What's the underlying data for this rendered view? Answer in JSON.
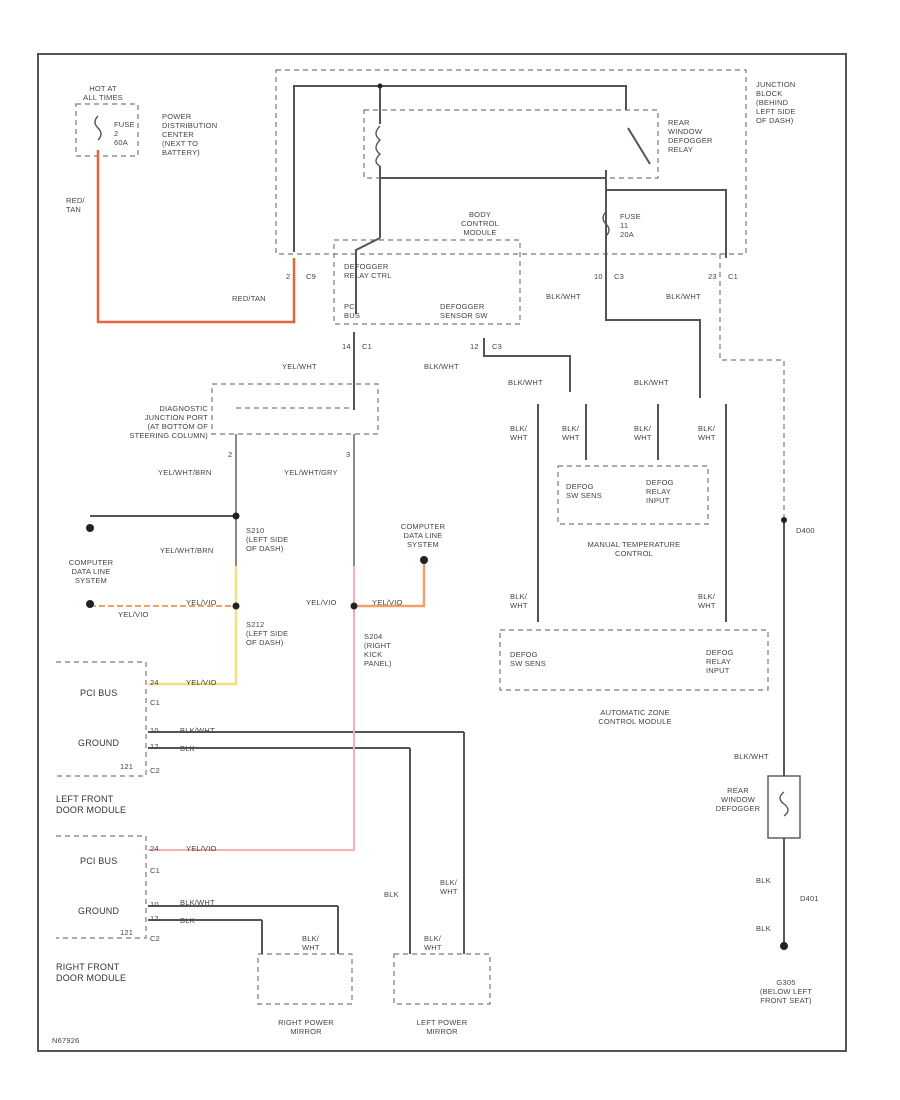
{
  "labels": {
    "hot_at_all_times": "HOT AT\nALL TIMES",
    "fuse_2": "FUSE\n2\n60A",
    "pdc": "POWER\nDISTRIBUTION\nCENTER\n(NEXT TO\nBATTERY)",
    "red_tan_1": "RED/\nTAN",
    "red_tan_2": "RED/TAN",
    "rear_window_defogger_relay": "REAR\nWINDOW\nDEFOGGER\nRELAY",
    "junction_block": "JUNCTION\nBLOCK\n(BEHIND\nLEFT SIDE\nOF DASH)",
    "fuse_11": "FUSE\n11\n20A",
    "body_control_module": "BODY\nCONTROL\nMODULE",
    "defogger_relay_ctrl": "DEFOGGER\nRELAY CTRL",
    "pci_bus": "PCI\nBUS",
    "defogger_sensor_sw": "DEFOGGER\nSENSOR SW",
    "pin_2_c9": "2",
    "c9": "C9",
    "pin_14_c1": "14",
    "c1_a": "C1",
    "pin_12_c3": "12",
    "c3_a": "C3",
    "pin_10_c3": "10",
    "c3_b": "C3",
    "pin_23_c1": "23",
    "c1_b": "C1",
    "blk_wht_1": "BLK/WHT",
    "blk_wht_2": "BLK/WHT",
    "blk_wht_3": "BLK/WHT",
    "blk_wht_4": "BLK/WHT",
    "blk_wht_5": "BLK/WHT",
    "yel_wht_1": "YEL/WHT",
    "diag_port": "DIAGNOSTIC\nJUNCTION PORT\n(AT BOTTOM OF\nSTEERING COLUMN)",
    "pin_2": "2",
    "pin_3": "3",
    "yel_brn_1": "YEL/WHT/BRN",
    "yel_gry": "YEL/WHT/GRY",
    "s210": "S210\n(LEFT SIDE\nOF DASH)",
    "yel_brn_2": "YEL/WHT/BRN",
    "computer_data_line_l": "COMPUTER\nDATA LINE\nSYSTEM",
    "computer_data_line_r": "COMPUTER\nDATA LINE\nSYSTEM",
    "yel_vio_1": "YEL/VIO",
    "yel_vio_2": "YEL/VIO",
    "yel_vio_3": "YEL/VIO",
    "yel_vio_4": "YEL/VIO",
    "yel_vio_5": "YEL/VIO",
    "s212": "S212\n(LEFT SIDE\nOF DASH)",
    "s204": "S204\n(RIGHT\nKICK\nPANEL)",
    "pci_bus_lf": "PCI BUS",
    "ground_lf": "GROUND",
    "c1_lf": "C1",
    "c2_lf": "C2",
    "pin_24_lf": "24",
    "pin_10_lf": "10",
    "pin_12_lf": "12",
    "pin_121_lf": "121",
    "blk_wht_lf": "BLK/WHT",
    "blk_lf": "BLK",
    "left_front_door_module": "LEFT FRONT\nDOOR MODULE",
    "pci_bus_rf": "PCI BUS",
    "ground_rf": "GROUND",
    "c1_rf": "C1",
    "c2_rf": "C2",
    "pin_24_rf": "24",
    "pin_10_rf": "10",
    "pin_12_rf": "12",
    "pin_121_rf": "121",
    "blk_wht_rf": "BLK/WHT",
    "blk_rf": "BLK",
    "right_front_door_module": "RIGHT FRONT\nDOOR MODULE",
    "blk_wht_rps": "BLK/\nWHT",
    "blk_wht_lps_a": "BLK/\nWHT",
    "blk_wht_lps_b": "BLK/\nWHT",
    "blk_lps": "BLK",
    "right_power_mirror": "RIGHT POWER\nMIRROR",
    "left_power_mirror": "LEFT POWER\nMIRROR",
    "blk_wht_col1": "BLK/\nWHT",
    "blk_wht_col2": "BLK/\nWHT",
    "blk_wht_col3": "BLK/\nWHT",
    "blk_wht_col4": "BLK/\nWHT",
    "defog_sw_sense_1": "DEFOG\nSW SENS",
    "defog_relay_input_1": "DEFOG\nRELAY\nINPUT",
    "manual_temp_control": "MANUAL TEMPERATURE\nCONTROL",
    "blk_wht_col5": "BLK/\nWHT",
    "blk_wht_col6": "BLK/\nWHT",
    "defog_sw_sense_2": "DEFOG\nSW SENS",
    "defog_relay_input_2": "DEFOG\nRELAY\nINPUT",
    "auto_zone_control": "AUTOMATIC ZONE\nCONTROL MODULE",
    "d400": "D400",
    "blk_wht_defog": "BLK/WHT",
    "rear_window_defogger": "REAR\nWINDOW\nDEFOGGER",
    "blk_1": "BLK",
    "blk_2": "BLK",
    "d401": "D401",
    "g305": "G305\n(BELOW LEFT\nFRONT SEAT)",
    "figure_id": "N67926"
  },
  "colors": {
    "wire_dark": "#555555",
    "wire_gray": "#8a8a8a",
    "wire_red_tan": "#e8643c",
    "wire_yellow": "#f0e080",
    "wire_yel_vio": "#f2a068",
    "wire_pink": "#f6b0b0",
    "dashed": "#7a7a7a"
  }
}
